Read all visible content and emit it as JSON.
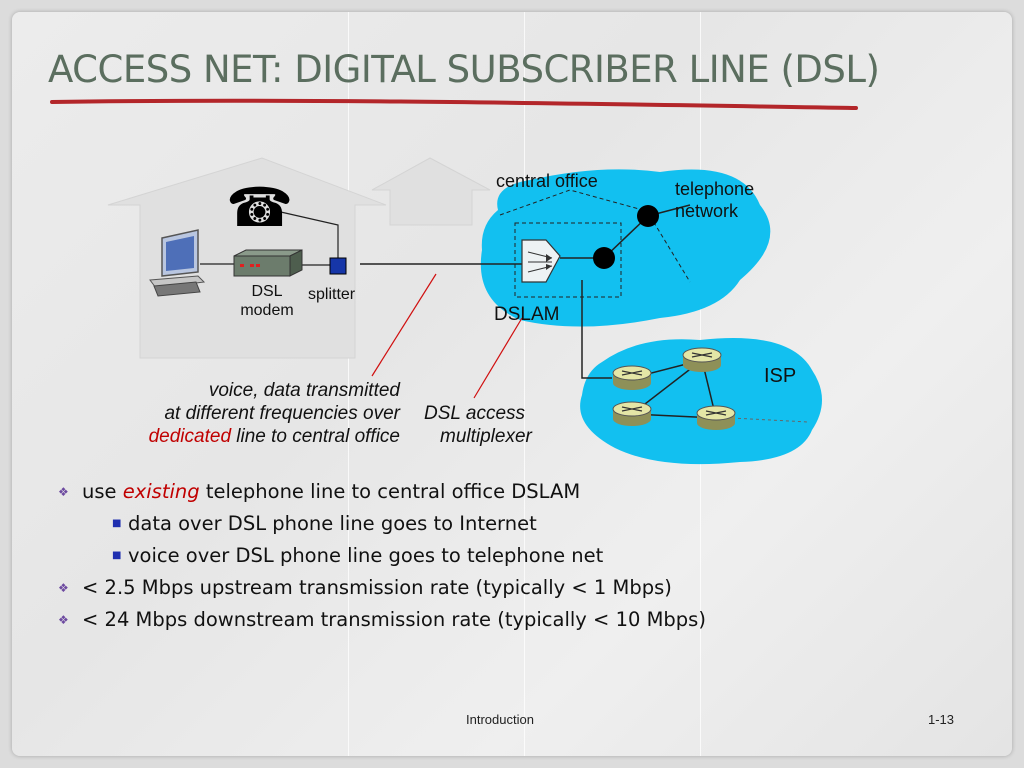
{
  "title": "ACCESS NET: DIGITAL SUBSCRIBER LINE (DSL)",
  "colors": {
    "title": "#5b6e5f",
    "underline": "#b3262a",
    "cloud": "#12c0f0",
    "emphasis": "#c00000",
    "pointer": "#d01010"
  },
  "diagram": {
    "central_office_label": "central office",
    "telephone_network_label_1": "telephone",
    "telephone_network_label_2": "network",
    "dslam_label": "DSLAM",
    "isp_label": "ISP",
    "dsl_modem_label_1": "DSL",
    "dsl_modem_label_2": "modem",
    "splitter_label": "splitter",
    "voice_caption_1": "voice, data transmitted",
    "voice_caption_2": "at different frequencies over",
    "voice_caption_3_emph": "dedicated",
    "voice_caption_3_rest": " line to central office",
    "dslam_caption_1": "DSL access",
    "dslam_caption_2": "multiplexer",
    "phone_icon_glyph": "☎"
  },
  "bullets": [
    {
      "level": 1,
      "marker": "❖",
      "pre": "use ",
      "emph": "existing",
      "post": " telephone line to central office DSLAM"
    },
    {
      "level": 2,
      "marker": "■",
      "pre": "data over DSL phone line goes to Internet",
      "emph": "",
      "post": ""
    },
    {
      "level": 2,
      "marker": "■",
      "pre": "voice over DSL phone line goes to telephone net",
      "emph": "",
      "post": ""
    },
    {
      "level": 1,
      "marker": "❖",
      "pre": "< 2.5 Mbps upstream transmission rate (typically < 1 Mbps)",
      "emph": "",
      "post": ""
    },
    {
      "level": 1,
      "marker": "❖",
      "pre": "< 24 Mbps downstream transmission rate (typically < 10 Mbps)",
      "emph": "",
      "post": ""
    }
  ],
  "footer": {
    "center": "Introduction",
    "page": "1-13"
  }
}
